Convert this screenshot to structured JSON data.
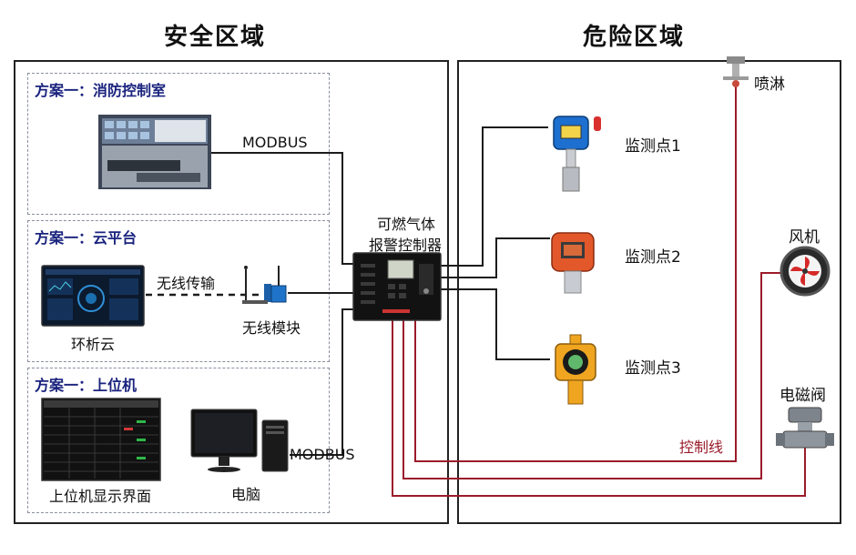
{
  "zones": {
    "safe_title": "安全区域",
    "danger_title": "危险区域"
  },
  "plans": [
    {
      "title": "方案一：消防控制室"
    },
    {
      "title": "方案一：云平台"
    },
    {
      "title": "方案一：上位机"
    }
  ],
  "labels": {
    "modbus_top": "MODBUS",
    "wireless_transmission": "无线传输",
    "wireless_module": "无线模块",
    "cloud": "环析云",
    "host_display": "上位机显示界面",
    "computer": "电脑",
    "modbus_bottom": "MODBUS",
    "controller_line1": "可燃气体",
    "controller_line2": "报警控制器",
    "sprinkler": "喷淋",
    "point1": "监测点1",
    "point2": "监测点2",
    "point3": "监测点3",
    "fan": "风机",
    "valve": "电磁阀",
    "control_line": "控制线"
  },
  "colors": {
    "signal_wire": "#1c1c1c",
    "control_wire": "#9b1b2a",
    "panel_title": "#1a237e"
  },
  "icons": {
    "control_room": "control-room-photo",
    "cloud_screen": "cloud-dashboard-screen",
    "antenna": "wireless-module-antenna",
    "host_screen": "host-data-table-screen",
    "computer": "desktop-computer",
    "controller": "gas-alarm-controller-cabinet",
    "detector": "gas-detector",
    "sprinkler": "sprinkler-head",
    "fan": "exhaust-fan",
    "valve": "solenoid-valve"
  }
}
